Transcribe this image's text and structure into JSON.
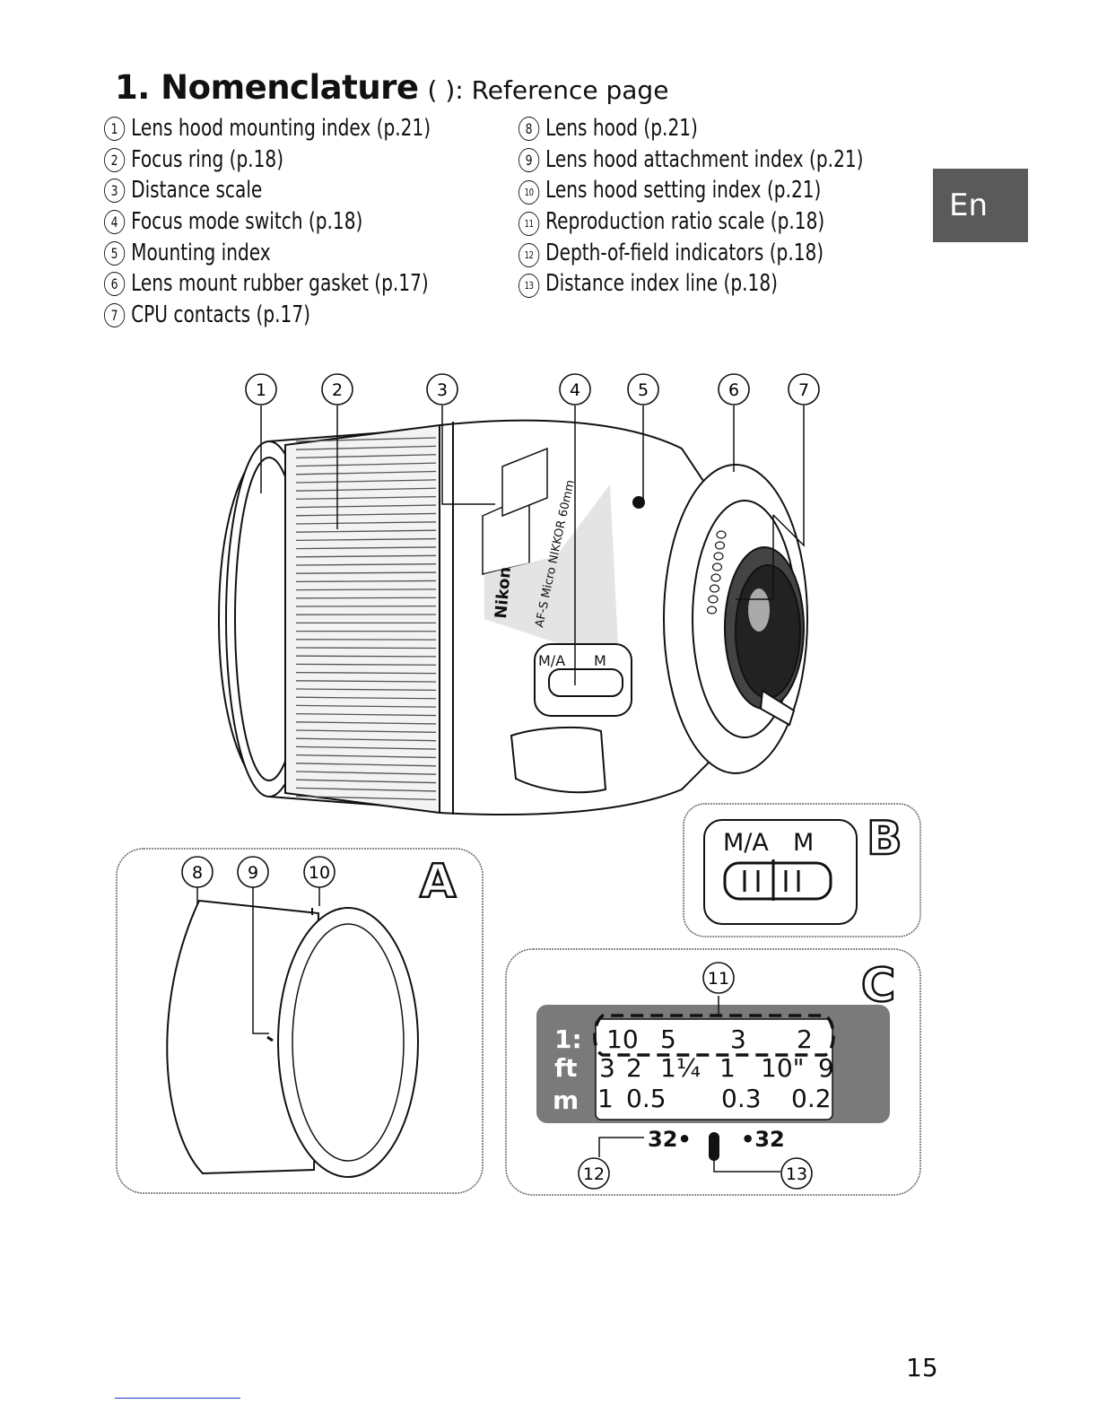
{
  "heading": {
    "title": "1. Nomenclature",
    "note": "( ): Reference page"
  },
  "language_tab": "En",
  "parts_left": [
    {
      "num": "1",
      "label": "Lens hood mounting index (p.21)"
    },
    {
      "num": "2",
      "label": "Focus ring (p.18)"
    },
    {
      "num": "3",
      "label": "Distance scale"
    },
    {
      "num": "4",
      "label": "Focus mode switch (p.18)"
    },
    {
      "num": "5",
      "label": "Mounting index"
    },
    {
      "num": "6",
      "label": "Lens mount rubber gasket (p.17)"
    },
    {
      "num": "7",
      "label": "CPU contacts (p.17)"
    }
  ],
  "parts_right": [
    {
      "num": "8",
      "label": "Lens hood (p.21)"
    },
    {
      "num": "9",
      "label": "Lens hood attachment index (p.21)"
    },
    {
      "num": "10",
      "label": "Lens hood setting index (p.21)"
    },
    {
      "num": "11",
      "label": "Reproduction ratio scale (p.18)"
    },
    {
      "num": "12",
      "label": "Depth-of-field indicators (p.18)"
    },
    {
      "num": "13",
      "label": "Distance index line (p.18)"
    }
  ],
  "figure": {
    "callouts_main": [
      "1",
      "2",
      "3",
      "4",
      "5",
      "6",
      "7"
    ],
    "lens_brand": "Nikon",
    "lens_model": "AF-S Micro NIKKOR 60mm",
    "switch_labels": {
      "ma": "M/A",
      "m": "M"
    },
    "inset_a": {
      "letter": "A",
      "callouts": [
        "8",
        "9",
        "10"
      ]
    },
    "inset_b": {
      "letter": "B",
      "ma": "M/A",
      "m": "M"
    },
    "inset_c": {
      "letter": "C",
      "callouts": {
        "ratio": "11",
        "dof": "12",
        "index": "13"
      },
      "row_labels": [
        "1:",
        "ft",
        "m"
      ],
      "ratio_row": [
        "10",
        "5",
        "3",
        "2"
      ],
      "ft_row": [
        "3",
        "2",
        "1¼",
        "1",
        "10\"",
        "9"
      ],
      "m_row": [
        "1",
        "0.5",
        "0.3",
        "0.2"
      ],
      "dof_left": "32•",
      "dof_right": "•32"
    }
  },
  "page_number": "15"
}
